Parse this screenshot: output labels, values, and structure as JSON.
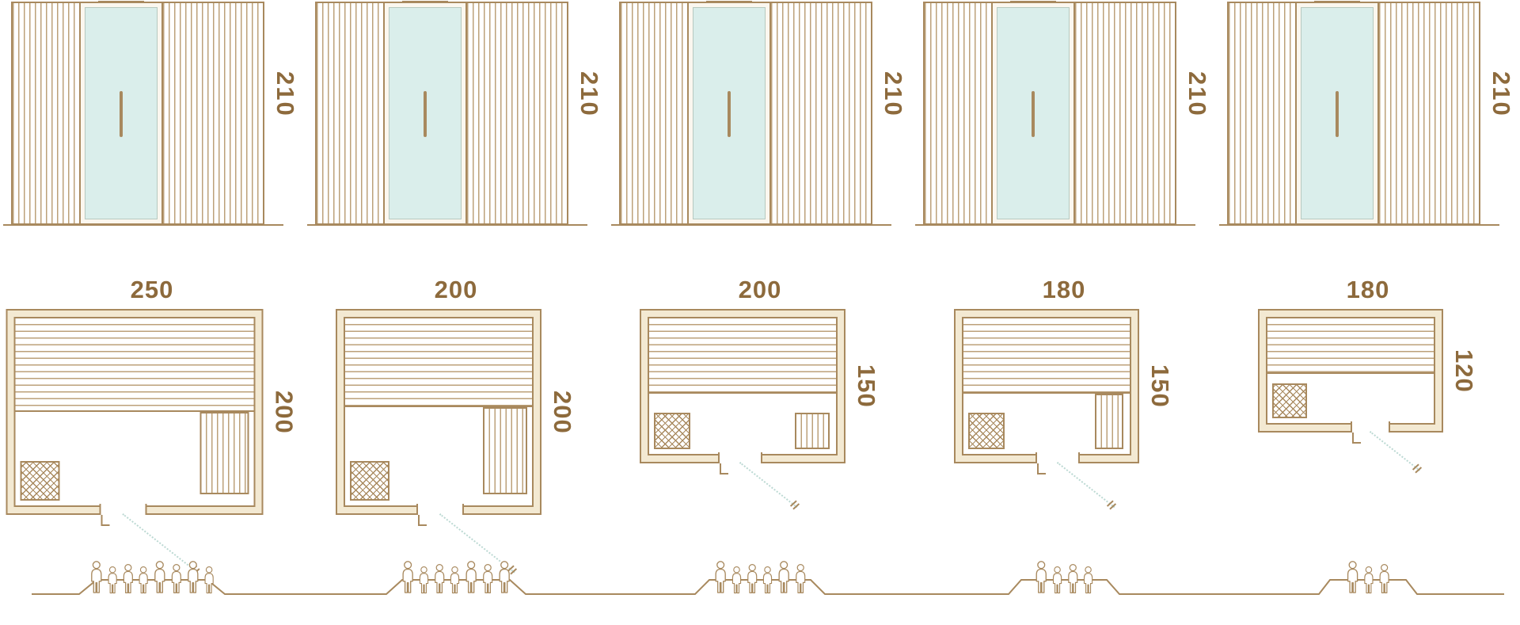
{
  "palette": {
    "line": "#a8895e",
    "text": "#8d6a3c",
    "glass": "#daeeeb",
    "wall_fill": "#f3e9d2",
    "door_swing": "#bcd9d3"
  },
  "units": [
    {
      "elevation_height": "210",
      "plan_width": "250",
      "plan_depth": "200",
      "capacity": 8
    },
    {
      "elevation_height": "210",
      "plan_width": "200",
      "plan_depth": "200",
      "capacity": 7
    },
    {
      "elevation_height": "210",
      "plan_width": "200",
      "plan_depth": "150",
      "capacity": 6
    },
    {
      "elevation_height": "210",
      "plan_width": "180",
      "plan_depth": "150",
      "capacity": 4
    },
    {
      "elevation_height": "210",
      "plan_width": "180",
      "plan_depth": "120",
      "capacity": 3
    }
  ]
}
